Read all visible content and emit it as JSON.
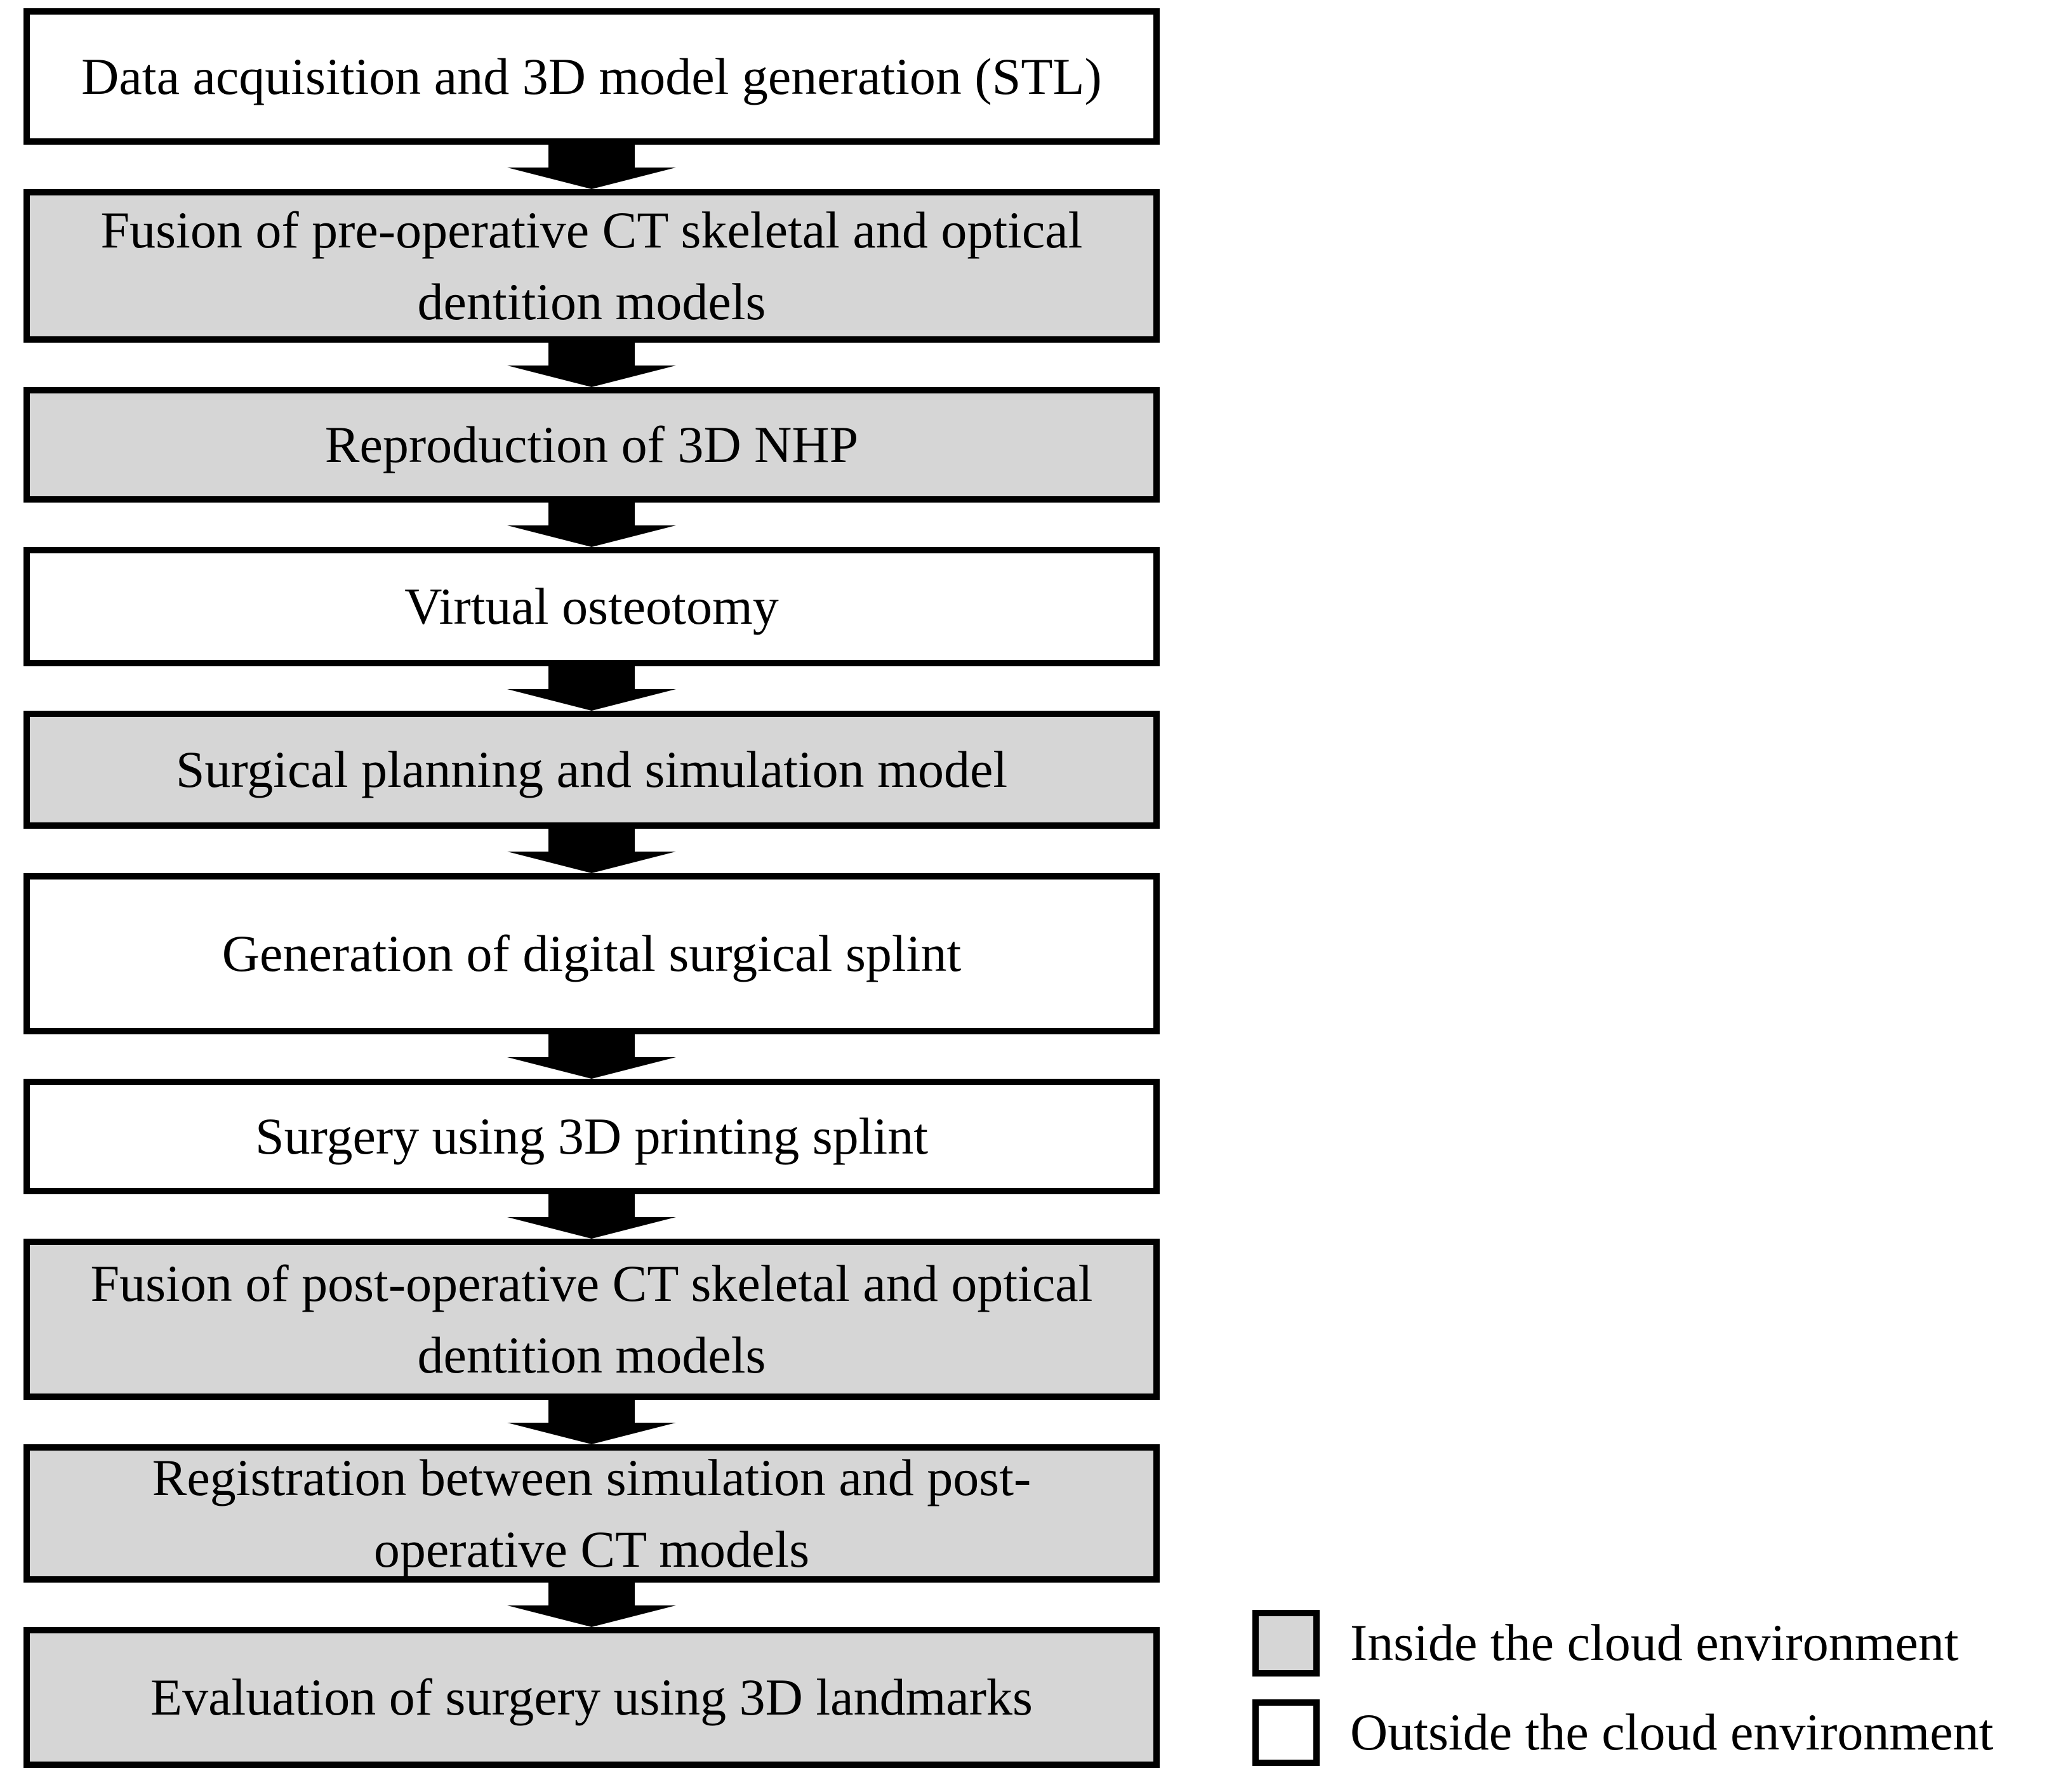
{
  "colors": {
    "inside_cloud": "#d6d6d6",
    "outside_cloud": "#ffffff",
    "border": "#000000",
    "arrow": "#000000",
    "text": "#000000"
  },
  "flow": {
    "steps": [
      {
        "label": "Data acquisition and 3D model generation (STL)",
        "inside_cloud": false
      },
      {
        "label": "Fusion of pre-operative CT skeletal and optical\ndentition models",
        "inside_cloud": true
      },
      {
        "label": "Reproduction of 3D NHP",
        "inside_cloud": true
      },
      {
        "label": "Virtual osteotomy",
        "inside_cloud": false
      },
      {
        "label": "Surgical planning and simulation model",
        "inside_cloud": true
      },
      {
        "label": "Generation of digital surgical splint",
        "inside_cloud": false
      },
      {
        "label": "Surgery using 3D printing splint",
        "inside_cloud": false
      },
      {
        "label": "Fusion of post-operative CT skeletal and optical\ndentition models",
        "inside_cloud": true
      },
      {
        "label": "Registration between simulation and post-\noperative CT models",
        "inside_cloud": true
      },
      {
        "label": "Evaluation of surgery using 3D landmarks",
        "inside_cloud": true
      }
    ]
  },
  "legend": {
    "items": [
      {
        "label": "Inside the cloud environment",
        "inside_cloud": true
      },
      {
        "label": "Outside the cloud environment",
        "inside_cloud": false
      }
    ]
  }
}
